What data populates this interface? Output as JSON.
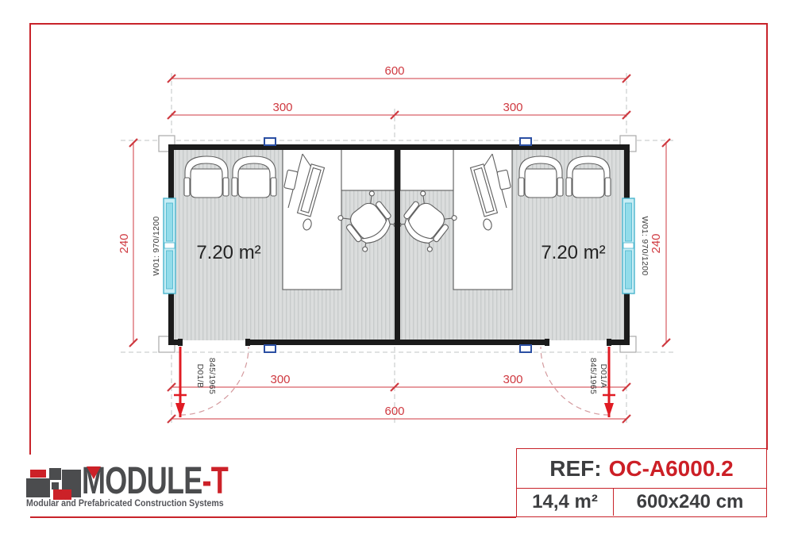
{
  "sheet": {
    "accent_red": "#c8232a"
  },
  "plan": {
    "dimensions": {
      "top_total": "600",
      "top_left": "300",
      "top_right": "300",
      "side_left": "240",
      "side_right": "240",
      "bottom_left": "300",
      "bottom_right": "300",
      "bottom_total": "600"
    },
    "rooms": [
      {
        "area_label": "7.20 m²"
      },
      {
        "area_label": "7.20 m²"
      }
    ],
    "windows": [
      {
        "label": "W01: 970/1200"
      },
      {
        "label": "W01: 970/1200"
      }
    ],
    "doors": [
      {
        "code": "D01/B",
        "size": "845/1965"
      },
      {
        "code": "D01/A",
        "size": "845/1965"
      }
    ],
    "colors": {
      "wall": "#1b1b1b",
      "window_glass": "#92dcea",
      "door_leaf": "#e01b23",
      "dimension": "#cf3940"
    }
  },
  "titleblock": {
    "logo": {
      "brand_main": "MODULE",
      "brand_suffix": "-T",
      "tagline": "Modular and Prefabricated Construction Systems"
    },
    "ref_label": "REF:",
    "ref_value": "OC-A6000.2",
    "area_value": "14,4 m²",
    "size_value": "600x240 cm"
  }
}
